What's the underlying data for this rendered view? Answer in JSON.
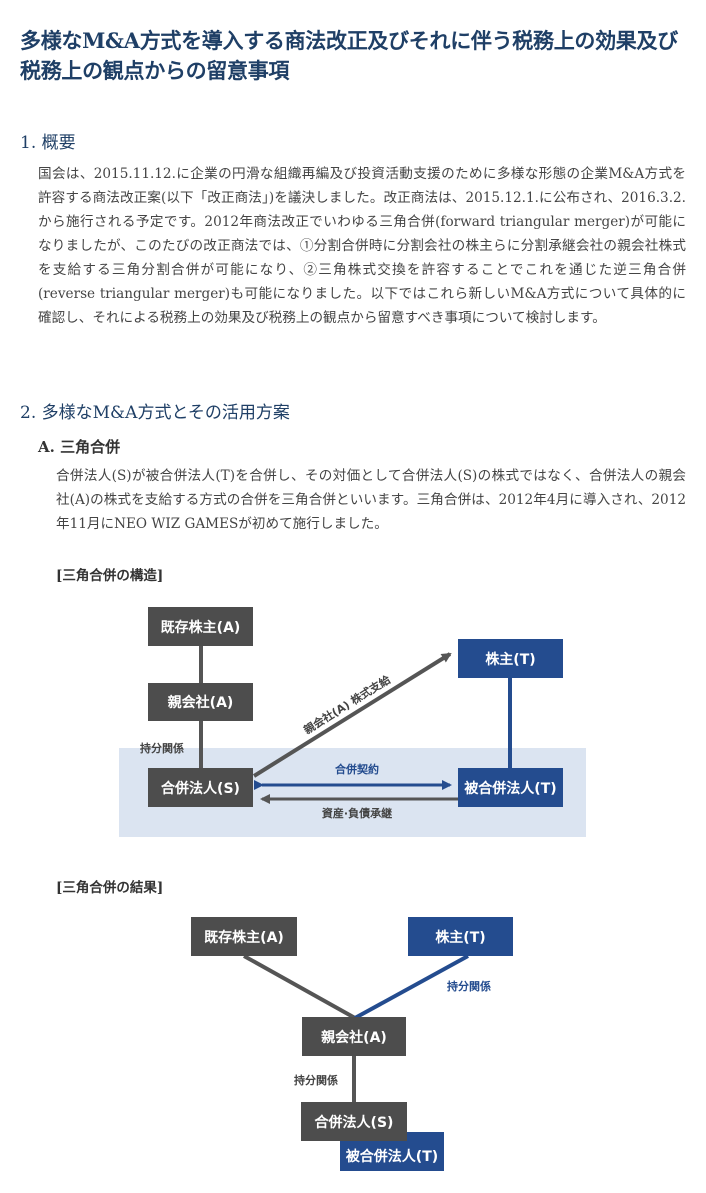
{
  "page": {
    "title": "多様なM&A方式を導入する商法改正及びそれに伴う税務上の効果及び税務上の観点からの留意事項"
  },
  "section1": {
    "heading": "1. 概要",
    "body": "国会は、2015.11.12.に企業の円滑な組織再編及び投資活動支援のために多様な形態の企業M&A方式を許容する商法改正案(以下「改正商法」)を議決しました。改正商法は、2015.12.1.に公布され、2016.3.2.から施行される予定です。2012年商法改正でいわゆる三角合併(forward triangular merger)が可能になりましたが、このたびの改正商法では、①分割合併時に分割会社の株主らに分割承継会社の親会社株式を支給する三角分割合併が可能になり、②三角株式交換を許容することでこれを通じた逆三角合併(reverse triangular merger)も可能になりました。以下ではこれら新しいM&A方式について具体的に確認し、それによる税務上の効果及び税務上の観点から留意すべき事項について検討します。"
  },
  "section2": {
    "heading": "2. 多様なM&A方式とその活用方案",
    "sub_a": {
      "heading": "A. 三角合併",
      "body": "合併法人(S)が被合併法人(T)を合併し、その対価として合併法人(S)の株式ではなく、合併法人の親会社(A)の株式を支給する方式の合併を三角合併といいます。三角合併は、2012年4月に導入され、2012年11月にNEO WIZ GAMESが初めて施行しました。"
    }
  },
  "diagram1": {
    "caption": "[三角合併の構造]",
    "existing_shareholder": "既存株主(A)",
    "parent": "親会社(A)",
    "merging": "合併法人(S)",
    "shareholder_t": "株主(T)",
    "target": "被合併法人(T)",
    "holding_label": "持分関係",
    "stock_payment_label": "親会社(A) 株式支給",
    "merger_contract_label": "合併契約",
    "asset_transfer_label": "資産·負債承継"
  },
  "diagram2": {
    "caption": "[三角合併の結果]",
    "existing_shareholder": "既存株主(A)",
    "shareholder_t": "株主(T)",
    "holding_label_t": "持分関係",
    "parent": "親会社(A)",
    "holding_label": "持分関係",
    "merging": "合併法人(S)",
    "target": "被合併法人(T)"
  },
  "colors": {
    "title": "#1f3f66",
    "dark_box": "#4d4d4d",
    "blue_box": "#244c8f",
    "highlight": "#dbe4f1"
  }
}
